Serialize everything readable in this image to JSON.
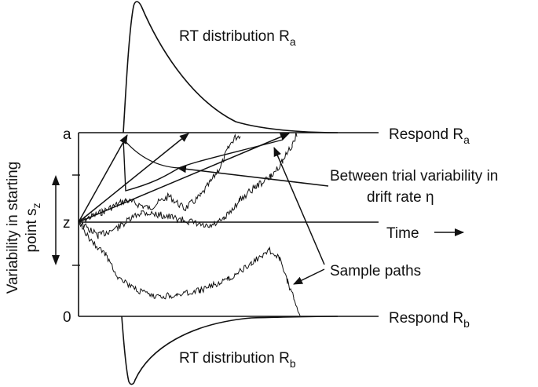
{
  "labels": {
    "rt_top": "RT distribution R",
    "rt_top_sub": "a",
    "rt_bottom": "RT distribution R",
    "rt_bottom_sub": "b",
    "respond_a": "Respond R",
    "respond_a_sub": "a",
    "respond_b": "Respond R",
    "respond_b_sub": "b",
    "time": "Time",
    "time_arrow": "→",
    "drift_line1": "Between trial variability in",
    "drift_line2": "drift rate η",
    "sample_paths": "Sample paths",
    "y_title_line1": "Variability in starting",
    "y_title_line2": "point s",
    "y_title_sub": "z",
    "tick_a": "a",
    "tick_z": "z",
    "tick_0": "0"
  },
  "colors": {
    "ink": "#111111",
    "background": "#ffffff"
  }
}
